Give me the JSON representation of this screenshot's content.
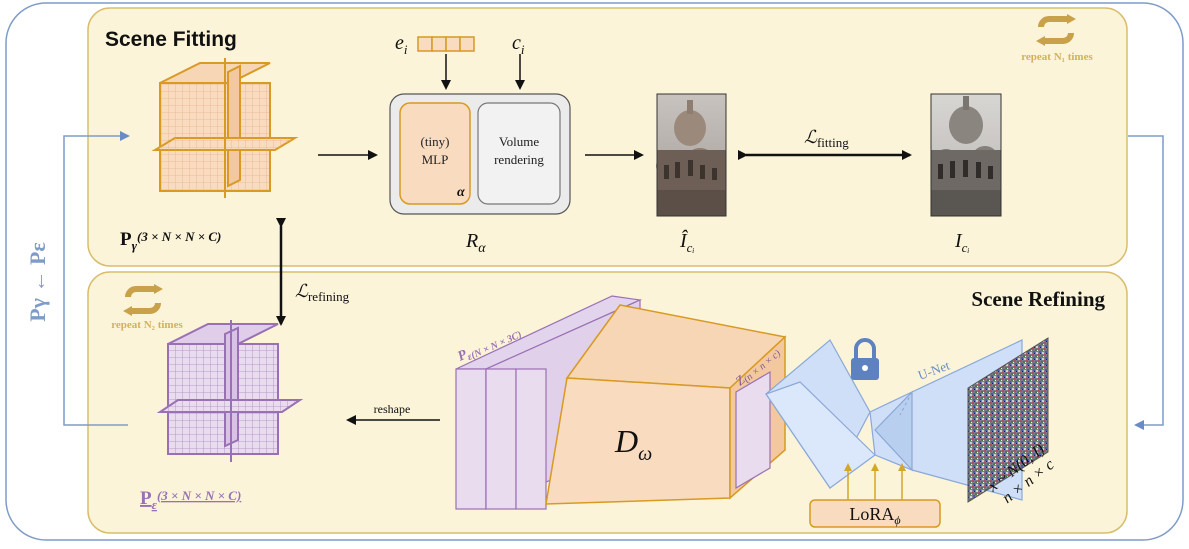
{
  "sections": {
    "fitting": {
      "title": "Scene Fitting",
      "repeat": "repeat N₁ times"
    },
    "refining": {
      "title": "Scene Refining",
      "repeat": "repeat N₂ times"
    }
  },
  "left_bar": {
    "update_label": "Pγ ← Pε"
  },
  "fitting": {
    "input_e": "e",
    "input_e_sub": "i",
    "input_c": "c",
    "input_c_sub": "i",
    "mlp_line1": "(tiny)",
    "mlp_line2": "MLP",
    "mlp_param": "α",
    "volume_line1": "Volume",
    "volume_line2": "rendering",
    "renderer_label": "R",
    "renderer_sub": "α",
    "pgamma_label": "P",
    "pgamma_sub": "γ",
    "pgamma_shape": "(3 × N × N × C)",
    "rendered_label": "Î",
    "rendered_sub": "cᵢ",
    "gt_label": "I",
    "gt_sub": "cᵢ",
    "loss_fitting": "ℒ",
    "loss_fitting_sub": "fitting"
  },
  "refining": {
    "loss_refining": "ℒ",
    "loss_refining_sub": "refining",
    "reshape_label": "reshape",
    "peps_label": "P",
    "peps_sub": "ε",
    "peps_shape": "(3 × N × N × C)",
    "peps_top_label": "P",
    "peps_top_shape": "ε(N × N × 3C)",
    "decoder_label": "D",
    "decoder_sub": "ω",
    "latent_label": "Z",
    "latent_shape": "(n × n × c)",
    "unet_label": "U-Net",
    "lora_label": "LoRA",
    "lora_sub": "ϕ",
    "noise_line1": "x ~ N(0, I)",
    "noise_line2": "n × n × c"
  },
  "colors": {
    "panel_fill": "#fbf4d8",
    "panel_stroke": "#d8bd6c",
    "outer_stroke": "#7f9cc8",
    "orange": "#f9dcc0",
    "orange_stroke": "#d89a22",
    "purple": "#e9dcef",
    "purple_stroke": "#9a70b4",
    "blue": "#cfdff7",
    "blue_stroke": "#8aa8d8",
    "gold": "#c9a14a"
  }
}
